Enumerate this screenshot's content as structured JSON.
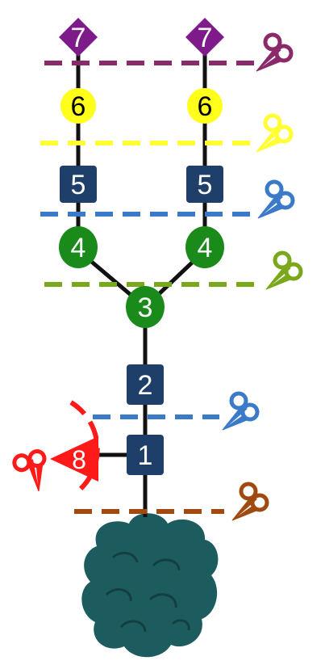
{
  "nodes": {
    "n1": {
      "label": "1",
      "shape": "square",
      "color": "#1f3f6b"
    },
    "n2": {
      "label": "2",
      "shape": "square",
      "color": "#1f3f6b"
    },
    "n3": {
      "label": "3",
      "shape": "circle",
      "color": "#1a8a1a"
    },
    "n4_left": {
      "label": "4",
      "shape": "circle",
      "color": "#1a8a1a"
    },
    "n4_right": {
      "label": "4",
      "shape": "circle",
      "color": "#1a8a1a"
    },
    "n5_left": {
      "label": "5",
      "shape": "square",
      "color": "#1f3f6b"
    },
    "n5_right": {
      "label": "5",
      "shape": "square",
      "color": "#1f3f6b"
    },
    "n6_left": {
      "label": "6",
      "shape": "circle",
      "color": "#ffff1a"
    },
    "n6_right": {
      "label": "6",
      "shape": "circle",
      "color": "#ffff1a"
    },
    "n7_left": {
      "label": "7",
      "shape": "diamond",
      "color": "#7f1a8a"
    },
    "n7_right": {
      "label": "7",
      "shape": "diamond",
      "color": "#7f1a8a"
    },
    "n8": {
      "label": "8",
      "shape": "triangle",
      "color": "#ff1a1a"
    }
  },
  "cuts": {
    "purple": {
      "color": "#8a2a6a",
      "icon": "scissors-icon"
    },
    "yellow": {
      "color": "#ffff33",
      "icon": "scissors-icon"
    },
    "blue_upper": {
      "color": "#3a7ac8",
      "icon": "scissors-icon"
    },
    "olive": {
      "color": "#7aa81a",
      "icon": "scissors-icon"
    },
    "blue_lower": {
      "color": "#3a7ac8",
      "icon": "scissors-icon"
    },
    "brown": {
      "color": "#a04a12",
      "icon": "scissors-icon"
    },
    "red": {
      "color": "#ff1a1a",
      "icon": "scissors-icon"
    }
  },
  "protein_color": "#1d5c5e"
}
